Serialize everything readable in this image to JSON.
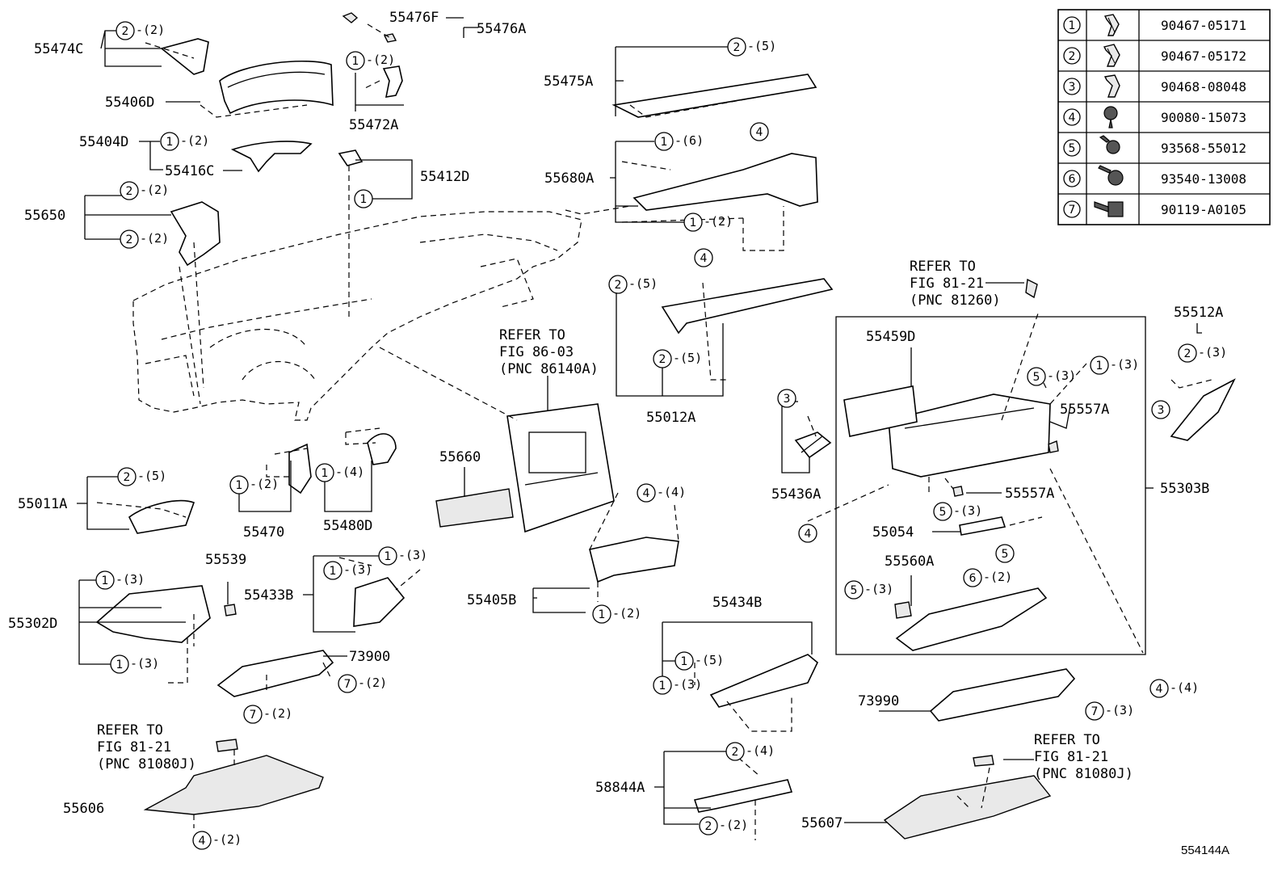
{
  "diagram_id": "554144A",
  "legend": [
    {
      "num": "1",
      "part": "90467-05171",
      "icon": "clip-icon"
    },
    {
      "num": "2",
      "part": "90467-05172",
      "icon": "clip-icon"
    },
    {
      "num": "3",
      "part": "90468-08048",
      "icon": "clip-icon"
    },
    {
      "num": "4",
      "part": "90080-15073",
      "icon": "screw-icon"
    },
    {
      "num": "5",
      "part": "93568-55012",
      "icon": "screw-icon"
    },
    {
      "num": "6",
      "part": "93540-13008",
      "icon": "screw-icon"
    },
    {
      "num": "7",
      "part": "90119-A0105",
      "icon": "bolt-icon"
    }
  ],
  "part_labels": {
    "p55474C": "55474C",
    "p55476F": "55476F",
    "p55476A": "55476A",
    "p55406D": "55406D",
    "p55404D": "55404D",
    "p55416C": "55416C",
    "p55472A": "55472A",
    "p55412D": "55412D",
    "p55650": "55650",
    "p55475A": "55475A",
    "p55680A": "55680A",
    "p55012A": "55012A",
    "p55660": "55660",
    "p55011A": "55011A",
    "p55470": "55470",
    "p55480D": "55480D",
    "p55539": "55539",
    "p55433B": "55433B",
    "p55302D": "55302D",
    "p73900": "73900",
    "p55405B": "55405B",
    "p55434B": "55434B",
    "p55606": "55606",
    "p58844A": "58844A",
    "p55607": "55607",
    "p55459D": "55459D",
    "p55557A_1": "55557A",
    "p55557A_2": "55557A",
    "p55303B": "55303B",
    "p55054": "55054",
    "p55560A": "55560A",
    "p55436A": "55436A",
    "p55512A": "55512A",
    "p73990": "73990"
  },
  "refer_notes": {
    "r86": [
      "REFER TO",
      "FIG 86-03",
      "(PNC 86140A)"
    ],
    "r81260": [
      "REFER TO",
      "FIG 81-21",
      "(PNC 81260)"
    ],
    "r81080_left": [
      "REFER TO",
      "FIG 81-21",
      "(PNC 81080J)"
    ],
    "r81080_right": [
      "REFER TO",
      "FIG 81-21",
      "(PNC 81080J)"
    ]
  },
  "callouts": {
    "c1": {
      "n": "2",
      "q": "-(2)"
    },
    "c2": {
      "n": "1",
      "q": "-(2)"
    },
    "c3": {
      "n": "1",
      "q": "-(2)"
    },
    "c4": {
      "n": "1",
      "q": ""
    },
    "c5": {
      "n": "2",
      "q": "-(2)"
    },
    "c6": {
      "n": "2",
      "q": "-(2)"
    },
    "c7": {
      "n": "2",
      "q": "-(5)"
    },
    "c8": {
      "n": "1",
      "q": "-(6)"
    },
    "c9": {
      "n": "4",
      "q": ""
    },
    "c10": {
      "n": "1",
      "q": "-(2)"
    },
    "c11": {
      "n": "4",
      "q": ""
    },
    "c12": {
      "n": "2",
      "q": "-(5)"
    },
    "c13": {
      "n": "2",
      "q": "-(5)"
    },
    "c14": {
      "n": "2",
      "q": "-(5)"
    },
    "c15": {
      "n": "1",
      "q": "-(2)"
    },
    "c16": {
      "n": "1",
      "q": "-(4)"
    },
    "c17": {
      "n": "4",
      "q": "-(4)"
    },
    "c18": {
      "n": "1",
      "q": "-(2)"
    },
    "c19": {
      "n": "1",
      "q": "-(3)"
    },
    "c20": {
      "n": "1",
      "q": "-(3)"
    },
    "c21": {
      "n": "1",
      "q": "-(3)"
    },
    "c22": {
      "n": "1",
      "q": "-(3)"
    },
    "c23": {
      "n": "7",
      "q": "-(2)"
    },
    "c24": {
      "n": "7",
      "q": "-(2)"
    },
    "c25": {
      "n": "1",
      "q": "-(5)"
    },
    "c26": {
      "n": "1",
      "q": "-(3)"
    },
    "c27": {
      "n": "2",
      "q": "-(4)"
    },
    "c28": {
      "n": "2",
      "q": "-(2)"
    },
    "c29": {
      "n": "4",
      "q": "-(2)"
    },
    "c30": {
      "n": "3",
      "q": ""
    },
    "c31": {
      "n": "4",
      "q": ""
    },
    "c32": {
      "n": "5",
      "q": "-(3)"
    },
    "c33": {
      "n": "1",
      "q": "-(3)"
    },
    "c34": {
      "n": "5",
      "q": "-(3)"
    },
    "c35": {
      "n": "5",
      "q": ""
    },
    "c36": {
      "n": "6",
      "q": "-(2)"
    },
    "c37": {
      "n": "5",
      "q": "-(3)"
    },
    "c38": {
      "n": "4",
      "q": "-(4)"
    },
    "c39": {
      "n": "7",
      "q": "-(3)"
    },
    "c40": {
      "n": "2",
      "q": "-(3)"
    },
    "c41": {
      "n": "3",
      "q": ""
    }
  }
}
